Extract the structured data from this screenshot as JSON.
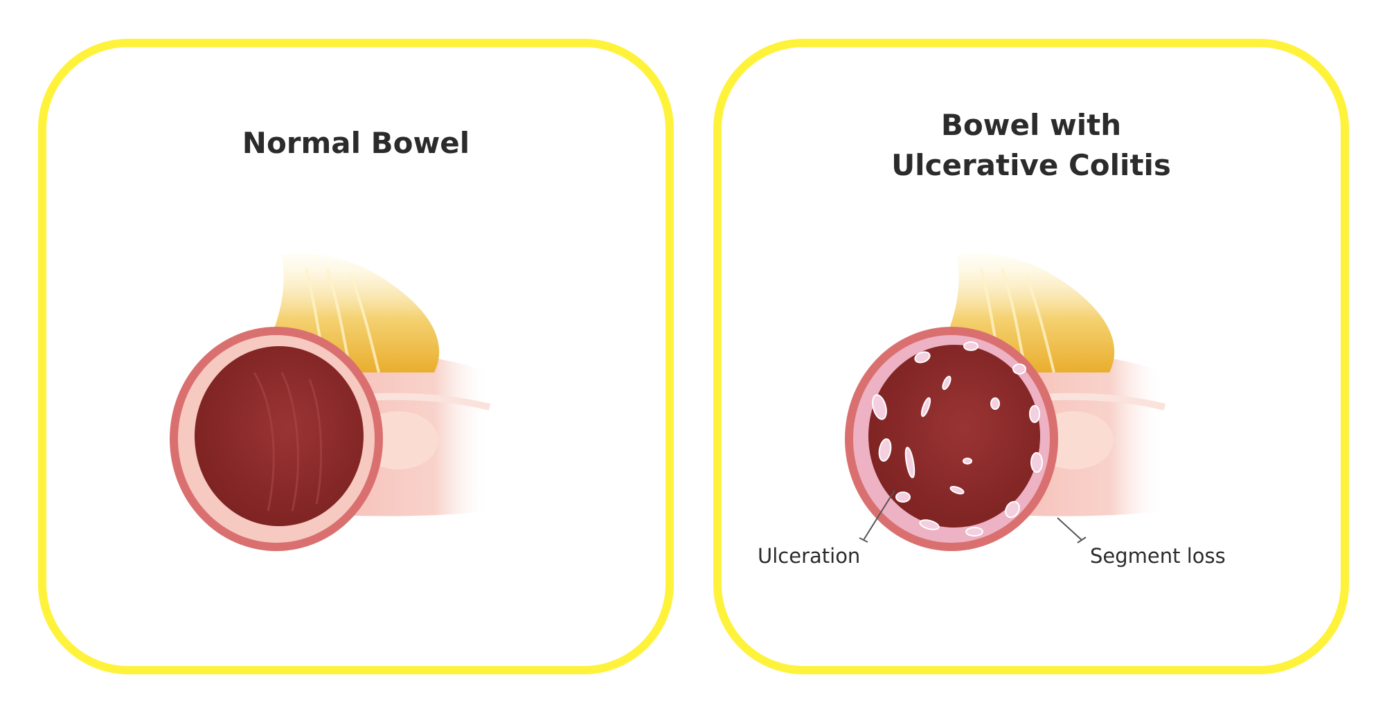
{
  "panels": [
    {
      "title_lines": [
        "Normal Bowel"
      ]
    },
    {
      "title_lines": [
        "Bowel with",
        "Ulcerative Colitis"
      ],
      "callouts": {
        "ulceration": "Ulceration",
        "segment_loss": "Segment loss"
      }
    }
  ],
  "colors": {
    "panel_border": "#FFF23A",
    "title_text": "#2b2b2b",
    "lumen": "#8A2A2A",
    "bowel_wall": "#E89A98",
    "outer_tissue": "#F6C6BF",
    "mesentery_fat": "#F2C24A",
    "ulcer": "#F3CFE0"
  }
}
